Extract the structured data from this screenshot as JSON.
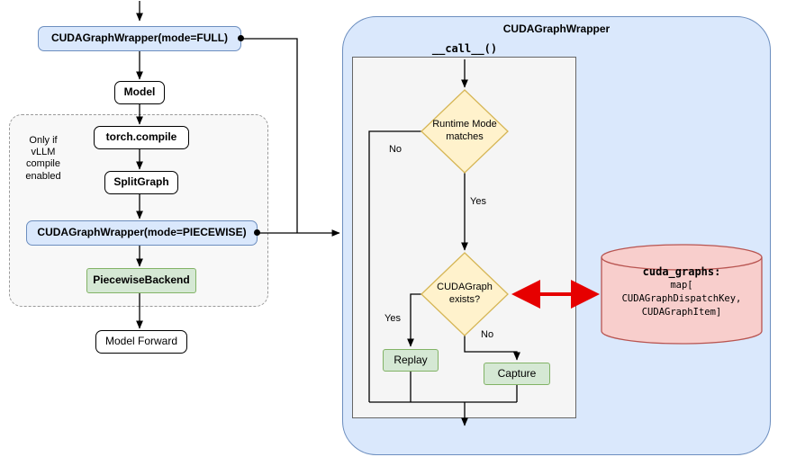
{
  "colors": {
    "blue_fill": "#dae8fc",
    "blue_border": "#6c8ebf",
    "green_fill": "#d5e8d4",
    "green_border": "#82b366",
    "yellow_fill": "#fff2cc",
    "yellow_border": "#d6b656",
    "pink_fill": "#f8cecc",
    "pink_border": "#b85450",
    "red_arrow": "#e60000"
  },
  "left_flow": {
    "full_wrapper": "CUDAGraphWrapper(mode=FULL)",
    "model": "Model",
    "note": [
      "Only if",
      "vLLM",
      "compile",
      "enabled"
    ],
    "torch_compile": "torch.compile",
    "split_graph": "SplitGraph",
    "piecewise_wrapper": "CUDAGraphWrapper(mode=PIECEWISE)",
    "piecewise_backend": "PiecewiseBackend",
    "model_forward": "Model Forward"
  },
  "panel": {
    "title": "CUDAGraphWrapper",
    "entry": "__call__()",
    "decision_runtime": "Runtime Mode matches",
    "decision_exists": "CUDAGraph exists?",
    "no_runtime": "No",
    "yes_runtime": "Yes",
    "yes_exists": "Yes",
    "no_exists": "No",
    "replay": "Replay",
    "capture": "Capture",
    "store": [
      "cuda_graphs:",
      "map[",
      "CUDAGraphDispatchKey,",
      "CUDAGraphItem]"
    ]
  }
}
